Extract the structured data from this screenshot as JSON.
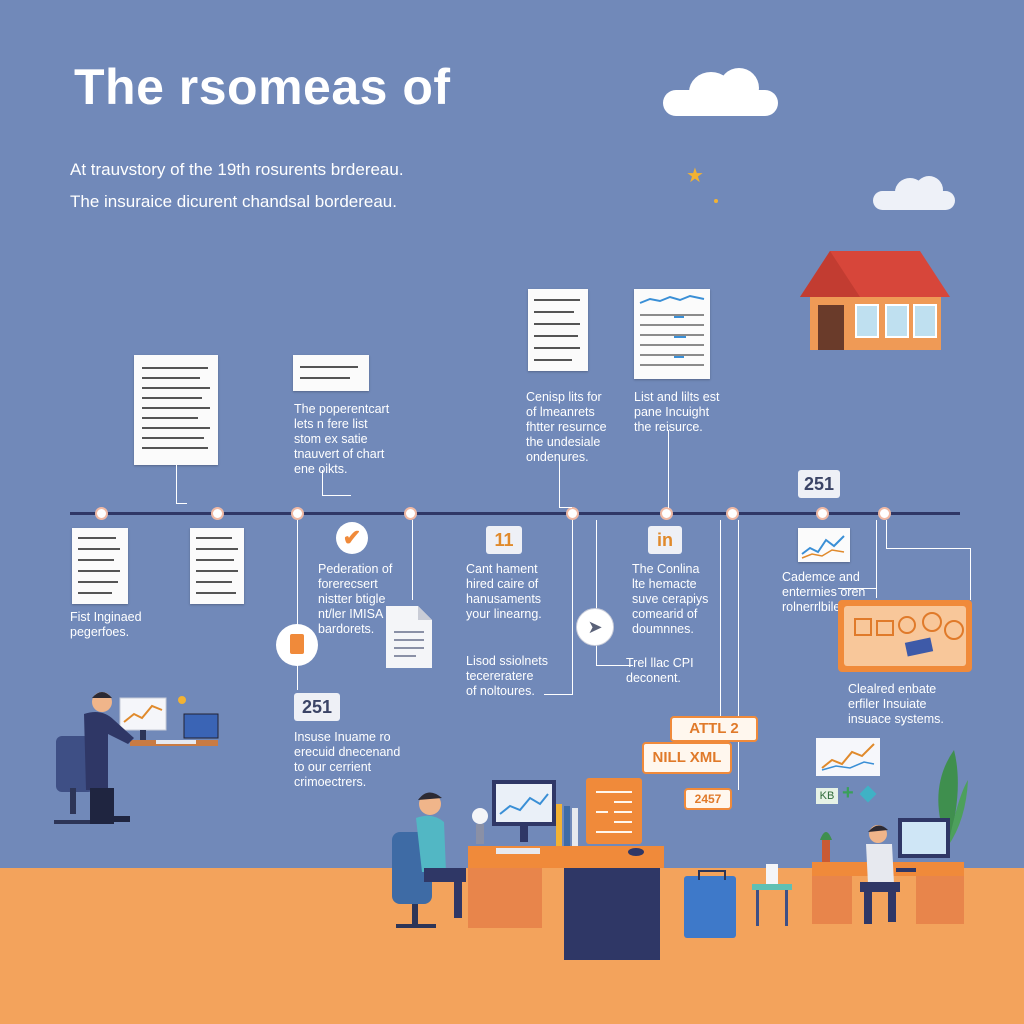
{
  "title": "The rsomeas of",
  "subtitle_1": "At trauvstory of the 19th rosurents brdereau.",
  "subtitle_2": "The insuraice dicurent chandsal bordereau.",
  "numbers": {
    "n1": "251",
    "n2": "11",
    "n3": "in",
    "n4": "251"
  },
  "tags": {
    "t1": "ATTL 2",
    "t2": "NILL XML",
    "t3": "2457",
    "t4": "KB"
  },
  "labels": {
    "l1": "The poperentcart\nlets n fere list\nstom ex satie\ntnauvert of chart\nene oikts.",
    "l2": "Cenisp lits for\nof lmeanrets\nfhtter resurnce\nthe undesiale\nondenures.",
    "l3": "List and lilts est\npane Incuight\nthe reisurce.",
    "l4": "Fist Inginaed\npegerfoes.",
    "l5": "Pederation of\nforerecsert\nnistter btigle\nnt/ler IMISA\nbardorets.",
    "l6": "Cant hament\nhired caire of\nhanusaments\nyour linearng.",
    "l7": "The Conlina\nlte hemacte\nsuve cerapiys\ncomearid of\ndoumnnes.",
    "l8": "Cademce and\nentermies oren\nrolnerrlbile.",
    "l9": "Lisod ssiolnets\ntecereratere\nof noltoures.",
    "l10": "Trel llac CPI\ndeconent.",
    "l11": "Insuse Inuame ro\nerecuid dnecenand\nto our cerrient\ncrimoectrers.",
    "l12": "Clealred enbate\nerfiler Insuiate\ninsuace systems."
  },
  "colors": {
    "background": "#7189b9",
    "floor": "#f3a35c",
    "accent": "#f08a3a",
    "roof": "#d7463a",
    "timeline": "#2f3766"
  }
}
